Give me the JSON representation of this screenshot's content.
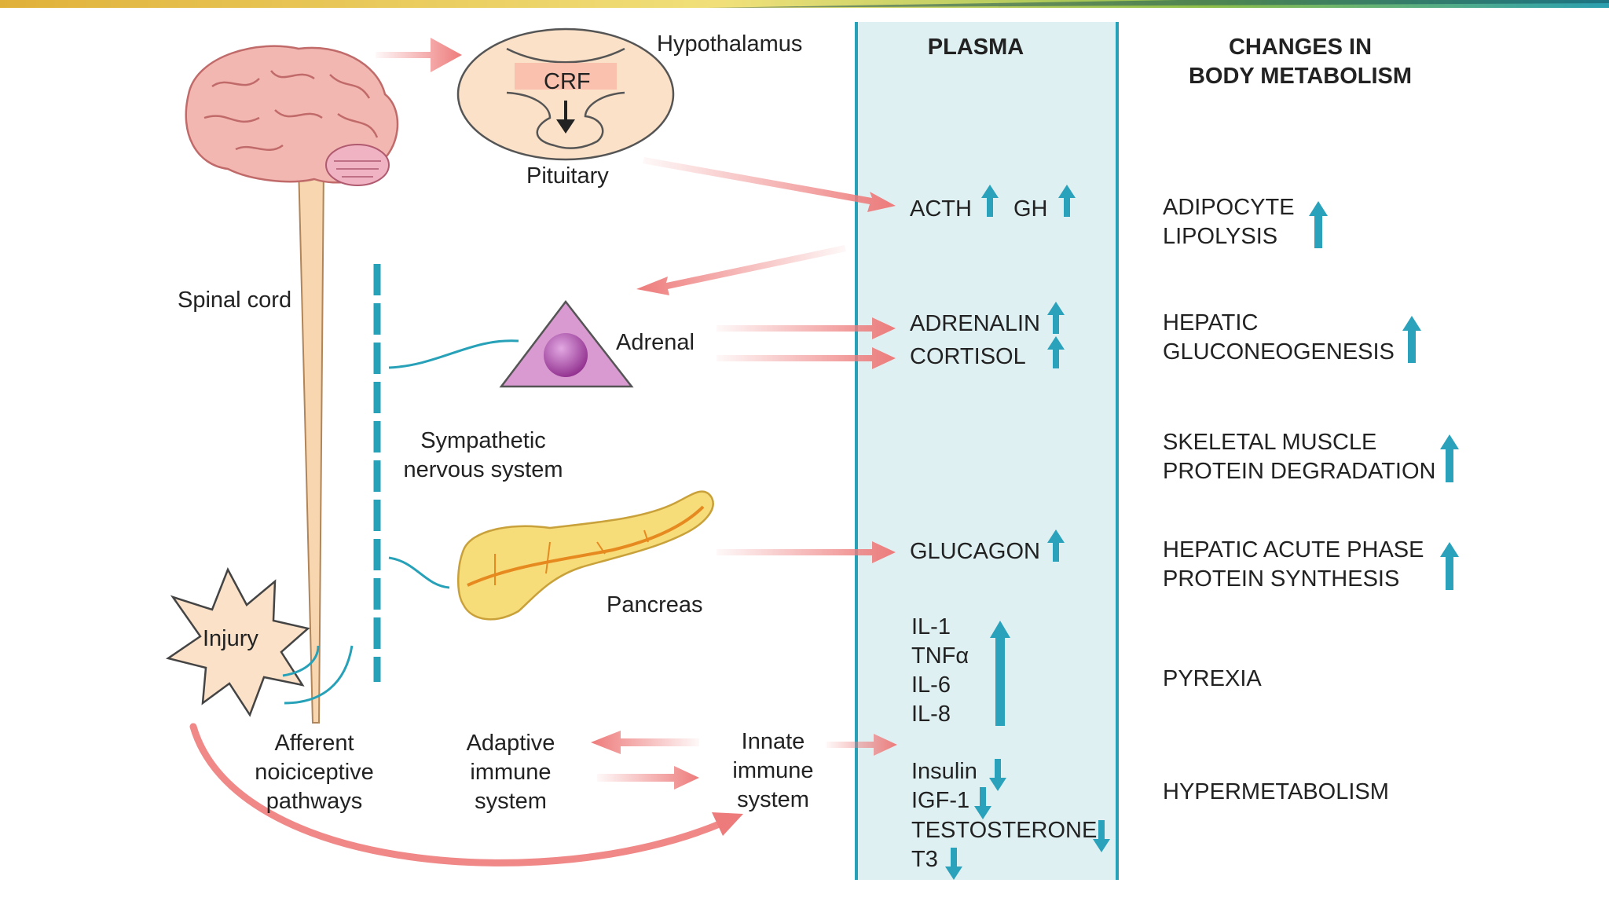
{
  "header_bar": {
    "colors": [
      "#e0b13a",
      "#f1e07a",
      "#8fbf4a",
      "#2a9fb0"
    ]
  },
  "plasma": {
    "title": "PLASMA",
    "hormones_up": [
      "ACTH",
      "GH",
      "ADRENALIN",
      "CORTISOL",
      "GLUCAGON"
    ],
    "cytokines": [
      "IL-1",
      "TNFα",
      "IL-6",
      "IL-8"
    ],
    "hormones_down": [
      "Insulin",
      "IGF-1",
      "TESTOSTERONE",
      "T3"
    ],
    "panel_color": "#dff0f2",
    "border_color": "#27a1b8"
  },
  "metabolism": {
    "title_line1": "CHANGES IN",
    "title_line2": "BODY METABOLISM",
    "items": [
      {
        "line1": "ADIPOCYTE",
        "line2": "LIPOLYSIS",
        "trend": "up"
      },
      {
        "line1": "HEPATIC",
        "line2": "GLUCONEOGENESIS",
        "trend": "up"
      },
      {
        "line1": "SKELETAL MUSCLE",
        "line2": "PROTEIN DEGRADATION",
        "trend": "up"
      },
      {
        "line1": "HEPATIC ACUTE PHASE",
        "line2": "PROTEIN SYNTHESIS",
        "trend": "up"
      },
      {
        "line1": "PYREXIA",
        "line2": "",
        "trend": ""
      },
      {
        "line1": "HYPERMETABOLISM",
        "line2": "",
        "trend": ""
      }
    ]
  },
  "labels": {
    "hypothalamus": "Hypothalamus",
    "crf": "CRF",
    "pituitary": "Pituitary",
    "spinal_cord": "Spinal cord",
    "adrenal": "Adrenal",
    "sympathetic_1": "Sympathetic",
    "sympathetic_2": "nervous system",
    "pancreas": "Pancreas",
    "injury": "Injury",
    "afferent_1": "Afferent",
    "afferent_2": "noiciceptive",
    "afferent_3": "pathways",
    "adaptive_1": "Adaptive",
    "adaptive_2": "immune",
    "adaptive_3": "system",
    "innate_1": "Innate",
    "innate_2": "immune",
    "innate_3": "system"
  },
  "colors": {
    "arrow_red": "#ee7b7b",
    "trend_arrow": "#2aa2bb",
    "brain": "#f3b7b2",
    "pancreas": "#f7dc7a",
    "adrenal": "#d89ad0",
    "pituitary": "#fbe1c8"
  },
  "icons": [
    "brain-icon",
    "pituitary-icon",
    "adrenal-icon",
    "pancreas-icon",
    "injury-icon"
  ]
}
